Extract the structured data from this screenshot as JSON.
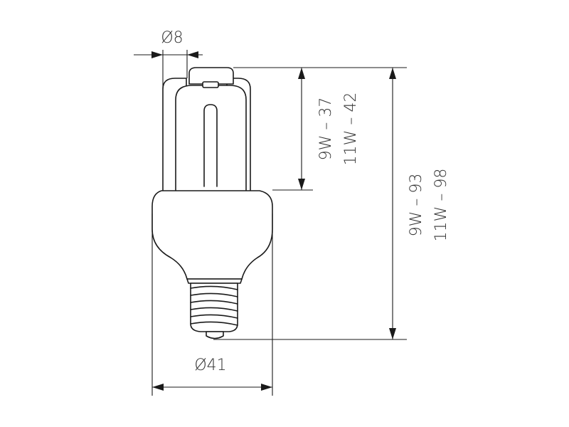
{
  "dimensions": {
    "tube_diameter": "Ø8",
    "base_diameter": "Ø41",
    "tube_height": {
      "line1": "9W – 37",
      "line2": "11W – 42"
    },
    "total_height": {
      "line1": "9W – 93",
      "line2": "11W – 98"
    }
  },
  "icons": {
    "lamp": "compact-fluorescent-lamp-outline"
  },
  "colors": {
    "line": "#1a1a1a",
    "text": "#333333",
    "background": "#ffffff"
  }
}
